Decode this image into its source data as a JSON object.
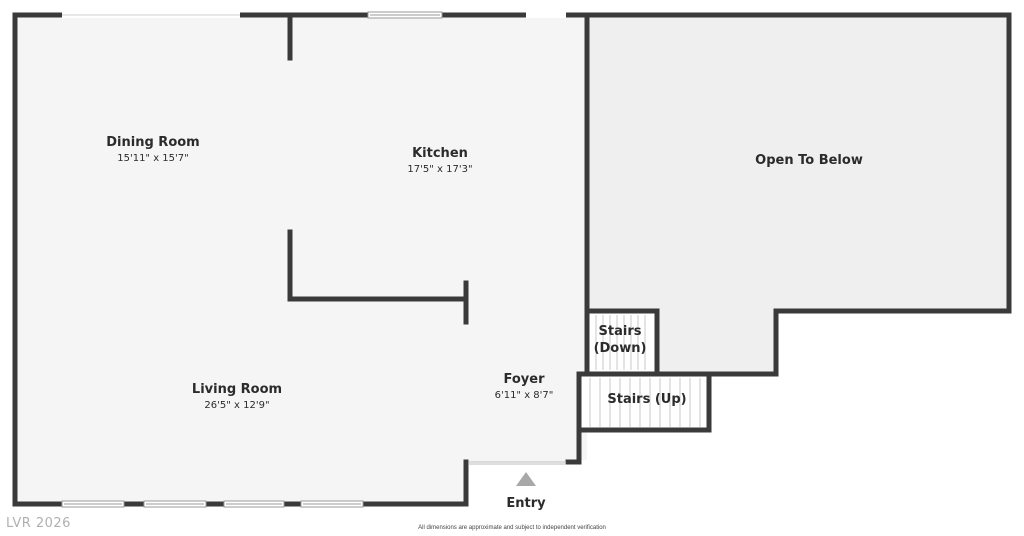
{
  "rooms": {
    "dining": {
      "name": "Dining Room",
      "dims": "15'11\" x 15'7\""
    },
    "kitchen": {
      "name": "Kitchen",
      "dims": "17'5\" x 17'3\""
    },
    "open_below": {
      "name": "Open To Below"
    },
    "living": {
      "name": "Living Room",
      "dims": "26'5\" x 12'9\""
    },
    "foyer": {
      "name": "Foyer",
      "dims": "6'11\" x 8'7\""
    },
    "stairs_down": {
      "line1": "Stairs",
      "line2": "(Down)"
    },
    "stairs_up": {
      "name": "Stairs (Up)"
    }
  },
  "entry": {
    "label": "Entry"
  },
  "watermark": "LVR 2026",
  "disclaimer": "All dimensions are approximate and subject to independent verification",
  "colors": {
    "wall": "#3a3a3a",
    "floor": "#f5f5f5",
    "open_below_fill": "#efefef",
    "window": "#ffffff"
  }
}
